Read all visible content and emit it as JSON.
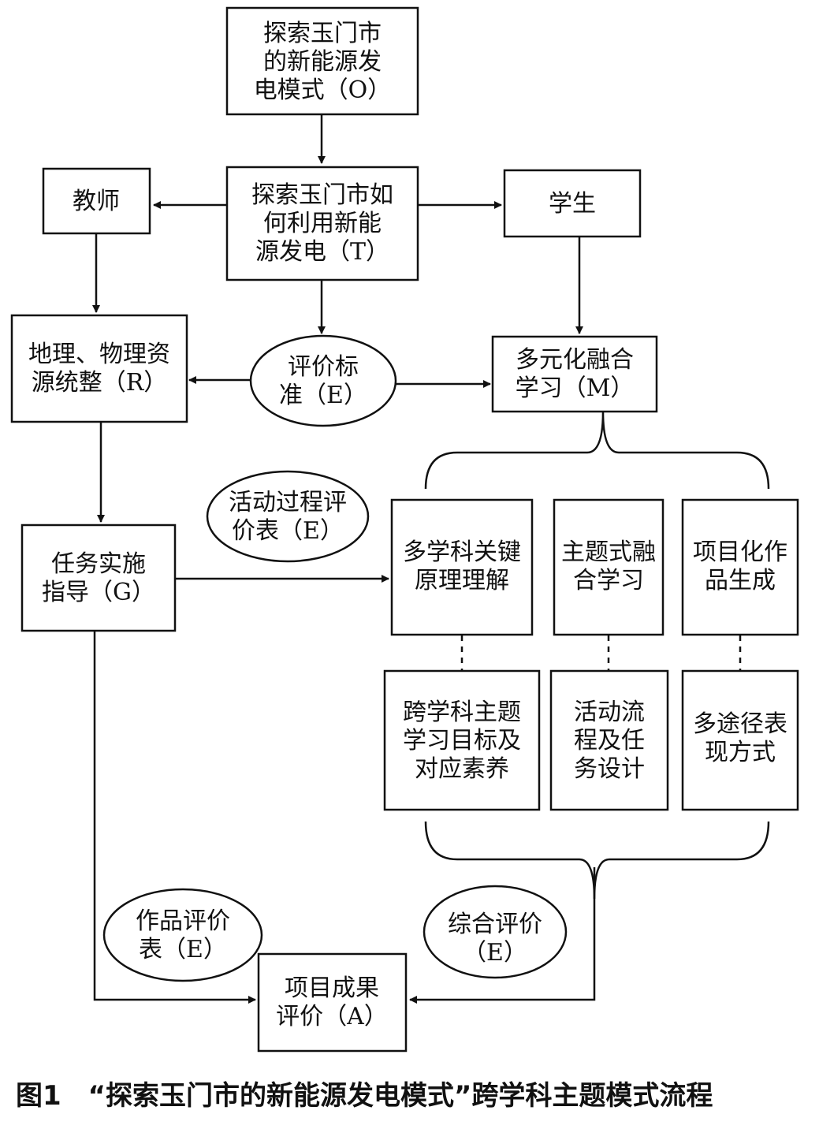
{
  "nodes": {
    "explore_model": {
      "lines": [
        "探索玉门市",
        "的新能源发",
        "电模式（O）"
      ]
    },
    "explore_how": {
      "lines": [
        "探索玉门市如",
        "何利用新能",
        "源发电（T）"
      ]
    },
    "teacher": {
      "lines": [
        "教师"
      ]
    },
    "student": {
      "lines": [
        "学生"
      ]
    },
    "resources": {
      "lines": [
        "地理、物理资",
        "源统整（R）"
      ]
    },
    "criteria": {
      "lines": [
        "评价标",
        "准（E）"
      ]
    },
    "multi_learning": {
      "lines": [
        "多元化融合",
        "学习（M）"
      ]
    },
    "process_eval": {
      "lines": [
        "活动过程评",
        "价表（E）"
      ]
    },
    "task_guide": {
      "lines": [
        "任务实施",
        "指导（G）"
      ]
    },
    "key_principles": {
      "lines": [
        "多学科关键",
        "原理理解"
      ]
    },
    "theme_learning": {
      "lines": [
        "主题式融",
        "合学习"
      ]
    },
    "project_works": {
      "lines": [
        "项目化作",
        "品生成"
      ]
    },
    "goals": {
      "lines": [
        "跨学科主题",
        "学习目标及",
        "对应素养"
      ]
    },
    "activity_flow": {
      "lines": [
        "活动流",
        "程及任",
        "务设计"
      ]
    },
    "expression": {
      "lines": [
        "多途径表",
        "现方式"
      ]
    },
    "work_eval": {
      "lines": [
        "作品评价",
        "表（E）"
      ]
    },
    "comprehensive": {
      "lines": [
        "综合评价",
        "（E）"
      ]
    },
    "outcome_eval": {
      "lines": [
        "项目成果",
        "评价（A）"
      ]
    }
  },
  "caption": "图1　“探索玉门市的新能源发电模式”跨学科主题模式流程"
}
